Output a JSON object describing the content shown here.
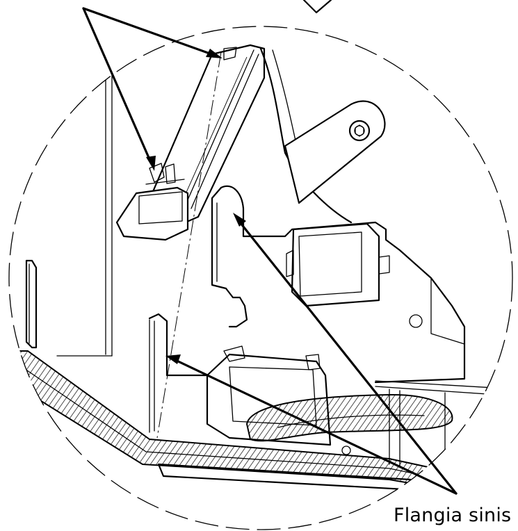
{
  "figure": {
    "callout_label": "Flangia sinis",
    "colors": {
      "ink": "#000000",
      "background": "#ffffff"
    },
    "parts": [
      "magnified-detail-circle",
      "upper-latch-bracket",
      "pivot-plate-with-bolt",
      "left-flange",
      "lower-clip-housing",
      "connector-block",
      "hatched-cable-sheath",
      "looped-cable",
      "base-rail"
    ],
    "callouts": [
      {
        "name": "top-callout-arrows",
        "count": 2
      },
      {
        "name": "flange-callout-arrows",
        "count": 2
      }
    ]
  }
}
